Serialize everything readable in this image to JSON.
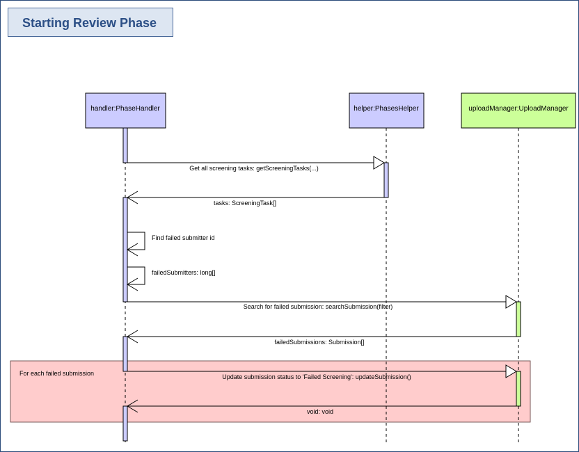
{
  "title": "Starting Review Phase",
  "colors": {
    "helper_fill": "#ccccff",
    "upload_fill": "#ccff99",
    "upload_activation": "#ccff99",
    "loop_fill": "#ffcccc",
    "title_text": "#2c4f86"
  },
  "lifelines": {
    "handler": "handler:PhaseHandler",
    "helper": "helper:PhasesHelper",
    "upload": "uploadManager:UploadManager"
  },
  "messages": {
    "m1": "Get all screening tasks: getScreeningTasks(...)",
    "r1": "tasks: ScreeningTask[]",
    "s1": "Find failed submitter id",
    "s2": "failedSubmitters: long[]",
    "m2": "Search for failed submission: searchSubmission(filter)",
    "r2": "failedSubmissions: Submission[]",
    "m3": "Update submission status to 'Failed Screening': updateSubmission()",
    "r3": "void: void"
  },
  "fragment": {
    "label": "For each failed submission"
  }
}
